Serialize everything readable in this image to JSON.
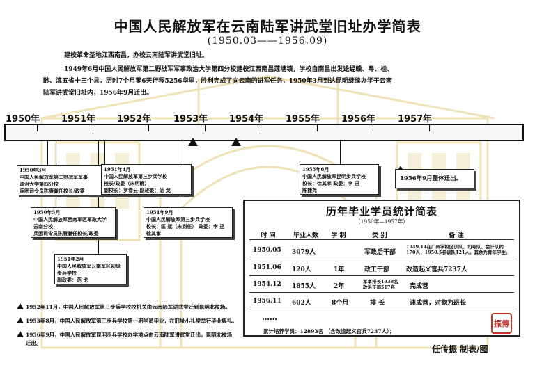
{
  "title": "中国人民解放军在云南陆军讲武堂旧址办学简表",
  "subtitle": "(1950.03——1956.09)",
  "intro": [
    "建校革命圣地江西南昌，办校云南陆军讲武堂旧址。",
    "1949年6月中国人民解放军第二野战军军事政治大学第四分校建校江西南昌莲塘镇，学校自南昌出发途经赣、粤、桂、",
    "黔、滇五省十三个县，历时7个月零6天行程5256华里，胜利完成了向云南的进军任务，1950年3月到达昆明继续办学于云南",
    "陆军讲武堂旧址内，1956年9月迁出。"
  ],
  "timeline": {
    "years": [
      "1950年",
      "1951年",
      "1952年",
      "1953年",
      "1954年",
      "1955年",
      "1956年",
      "1957年"
    ]
  },
  "events": [
    {
      "lines": [
        "1950年3月",
        "中国人民解放军第二野战军军事",
        "政治大学第四分校",
        "兵团司令员陈赓兼任校长/政委"
      ]
    },
    {
      "lines": [
        "1950年5月",
        "中国人民解放军西南军区军政大学",
        "云南分校",
        "兵团司令员陈赓兼任校长/政委"
      ]
    },
    {
      "lines": [
        "1951年2月",
        "中国人民解放军云南军区初级",
        "步兵学校",
        "副政委：范  戈"
      ]
    },
    {
      "lines": [
        "1951年4月",
        "中国人民解放军第三步兵学校",
        "校长/政委（未明确）",
        "副校长：罗春云    副政委：范  戈"
      ]
    },
    {
      "lines": [
        "1951年9月",
        "中国人民解放军第三步兵学校",
        "校长：匡  斌（未到任）  政委：李  迅",
        "                        徐其孝"
      ]
    },
    {
      "lines": [
        "1955年6月",
        "中国人民解放军昆明步兵学校",
        "校长：徐其孝  政委：李  迅",
        "         陈捷尧"
      ]
    },
    {
      "lines": [
        "1956年9月整体迁出。"
      ]
    }
  ],
  "notes": [
    "1952年11月，中国人民解放军第三步兵学校校机关由云南陆军讲武堂迁到昆明北校场。",
    "1953年8月，中国人民解放军第三步兵学校第一期学员毕业，在旧址小礼堂举行毕业典礼。",
    "1956年9月，中国人民解放军昆明步兵学校办学地点由云南陆军讲武堂迁出，昆明北校场",
    "迁出。"
  ],
  "stats": {
    "title": "历年毕业学员统计简表",
    "subtitle": "（1950年—1957年）",
    "headers": [
      "时    间",
      "毕业人数",
      "学  制",
      "类    别",
      "备      注"
    ],
    "rows": [
      {
        "time": "1950.05",
        "count": "3079人",
        "term": "",
        "category": "军政后干部",
        "remark_lines": [
          "1949.11在广州学校区训队、司号队、会计队约",
          "170人，1950.5参训队121人。其余为青年学生。"
        ]
      },
      {
        "time": "1951.06",
        "count": "120人",
        "term": "1年",
        "category": "政工干部",
        "remark_lines": [
          "改造起义官兵7237人"
        ]
      },
      {
        "time": "1954.12",
        "count": "1855人",
        "term": "2年",
        "category_lines": [
          "军事排长1338名",
          "政治干部517名"
        ],
        "remark_lines": [
          "完成营"
        ]
      },
      {
        "time": "1956.11",
        "count": "602人",
        "term": "8个月",
        "category": "排  长",
        "remark_lines": [
          "速成营，对象为班长"
        ]
      }
    ],
    "ellipsis": "……",
    "total": "累计培养学员：12893名  （含改造起义官兵7237人）；"
  },
  "seal_text": "振傳",
  "credit": "任传振  制表/图"
}
